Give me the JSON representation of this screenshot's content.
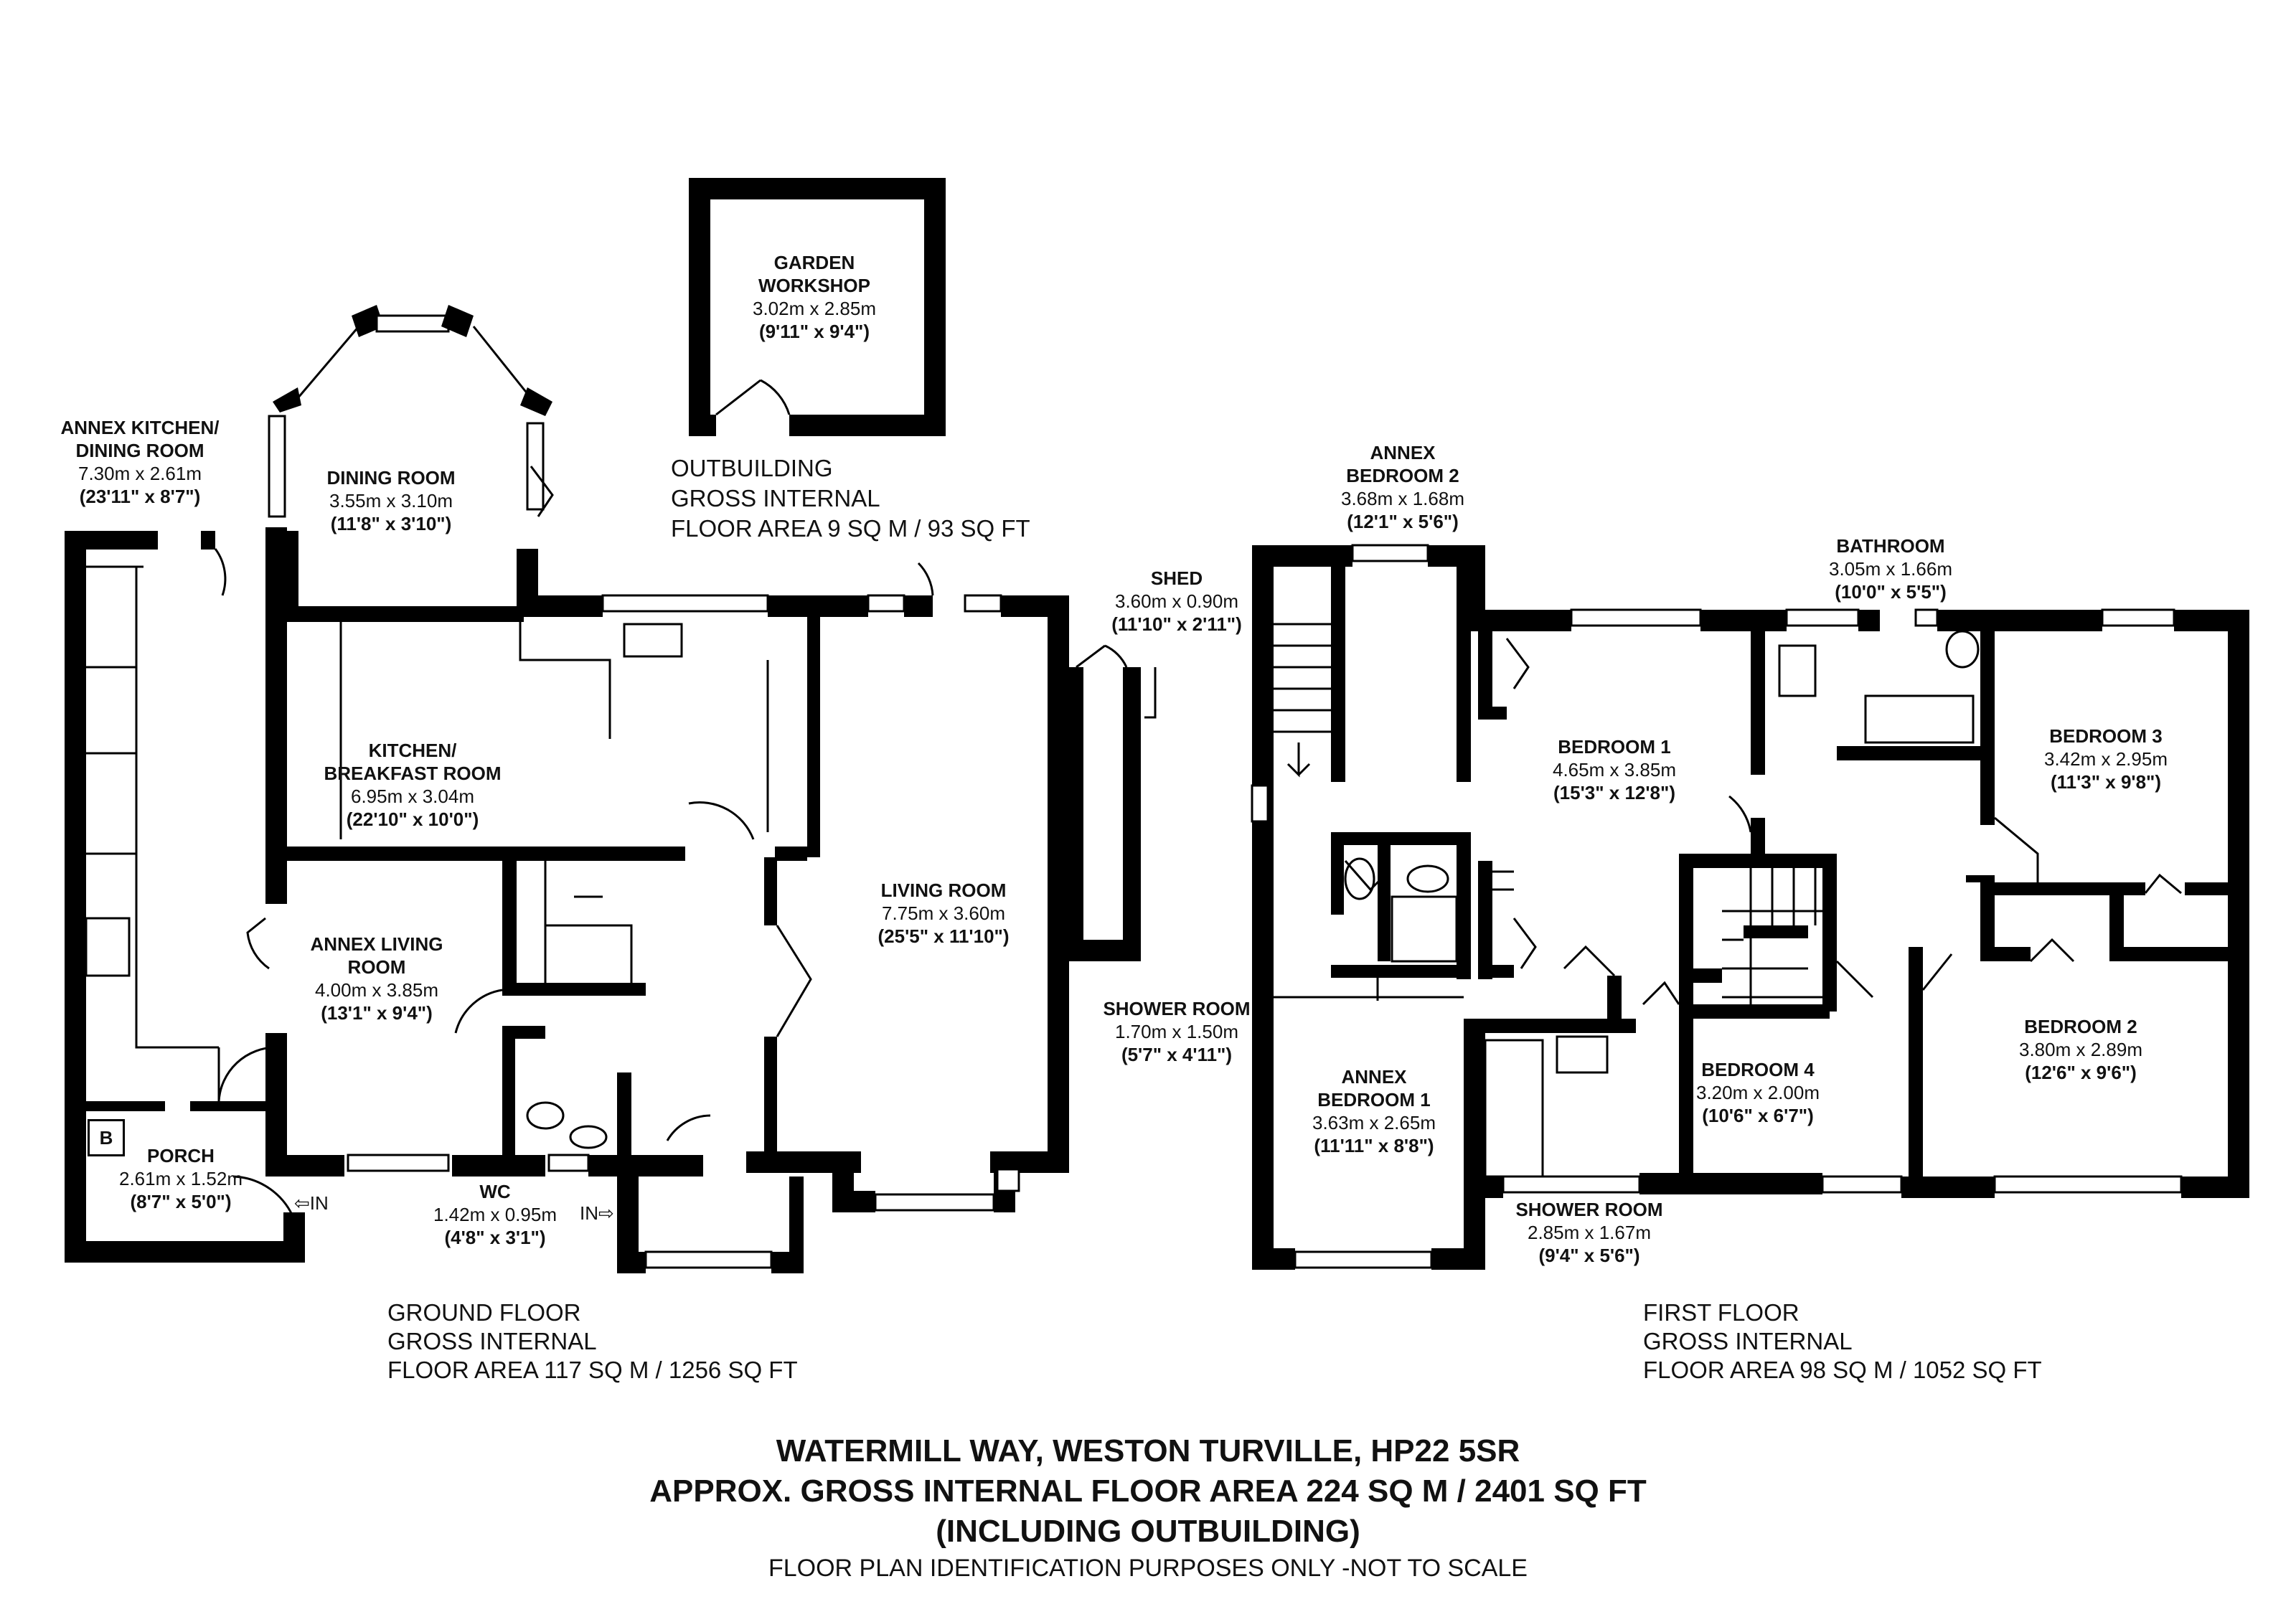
{
  "rooms": [
    {
      "id": "garden-workshop",
      "name": [
        "GARDEN",
        "WORKSHOP"
      ],
      "metric": "3.02m x 2.85m",
      "imperial": "(9'11\" x 9'4\")"
    },
    {
      "id": "annex-kitchen",
      "name": [
        "ANNEX KITCHEN/",
        "DINING ROOM"
      ],
      "metric": "7.30m x 2.61m",
      "imperial": "(23'11\" x 8'7\")"
    },
    {
      "id": "dining-room",
      "name": [
        "DINING ROOM"
      ],
      "metric": "3.55m x 3.10m",
      "imperial": "(11'8\" x 3'10\")"
    },
    {
      "id": "kitchen-breakfast",
      "name": [
        "KITCHEN/",
        "BREAKFAST ROOM"
      ],
      "metric": "6.95m x 3.04m",
      "imperial": "(22'10\" x 10'0\")"
    },
    {
      "id": "living-room",
      "name": [
        "LIVING ROOM"
      ],
      "metric": "7.75m x 3.60m",
      "imperial": "(25'5\" x 11'10\")"
    },
    {
      "id": "annex-living",
      "name": [
        "ANNEX LIVING",
        "ROOM"
      ],
      "metric": "4.00m x 3.85m",
      "imperial": "(13'1\" x 9'4\")"
    },
    {
      "id": "porch",
      "name": [
        "PORCH"
      ],
      "metric": "2.61m x 1.52m",
      "imperial": "(8'7\" x 5'0\")"
    },
    {
      "id": "wc",
      "name": [
        "WC"
      ],
      "metric": "1.42m x 0.95m",
      "imperial": "(4'8\" x 3'1\")"
    },
    {
      "id": "shed",
      "name": [
        "SHED"
      ],
      "metric": "3.60m x 0.90m",
      "imperial": "(11'10\" x 2'11\")"
    },
    {
      "id": "shower-room-gf",
      "name": [
        "SHOWER ROOM"
      ],
      "metric": "1.70m x 1.50m",
      "imperial": "(5'7\" x 4'11\")"
    },
    {
      "id": "annex-bedroom-2",
      "name": [
        "ANNEX",
        "BEDROOM 2"
      ],
      "metric": "3.68m x 1.68m",
      "imperial": "(12'1\" x 5'6\")"
    },
    {
      "id": "bathroom",
      "name": [
        "BATHROOM"
      ],
      "metric": "3.05m x 1.66m",
      "imperial": "(10'0\" x 5'5\")"
    },
    {
      "id": "bedroom-1",
      "name": [
        "BEDROOM 1"
      ],
      "metric": "4.65m x 3.85m",
      "imperial": "(15'3\" x 12'8\")"
    },
    {
      "id": "bedroom-3",
      "name": [
        "BEDROOM 3"
      ],
      "metric": "3.42m x 2.95m",
      "imperial": "(11'3\" x 9'8\")"
    },
    {
      "id": "annex-bedroom-1",
      "name": [
        "ANNEX",
        "BEDROOM 1"
      ],
      "metric": "3.63m x 2.65m",
      "imperial": "(11'11\" x 8'8\")"
    },
    {
      "id": "bedroom-4",
      "name": [
        "BEDROOM 4"
      ],
      "metric": "3.20m x 2.00m",
      "imperial": "(10'6\" x 6'7\")"
    },
    {
      "id": "bedroom-2",
      "name": [
        "BEDROOM 2"
      ],
      "metric": "3.80m x 2.89m",
      "imperial": "(12'6\" x 9'6\")"
    },
    {
      "id": "shower-room-ff",
      "name": [
        "SHOWER ROOM"
      ],
      "metric": "2.85m x 1.67m",
      "imperial": "(9'4\" x 5'6\")"
    }
  ],
  "markers": {
    "boiler": "B",
    "entry": "IN"
  },
  "floors": {
    "outbuilding": [
      "OUTBUILDING",
      "GROSS INTERNAL",
      "FLOOR AREA 9 SQ M / 93 SQ FT"
    ],
    "ground": [
      "GROUND FLOOR",
      "GROSS INTERNAL",
      "FLOOR AREA 117 SQ M / 1256 SQ FT"
    ],
    "first": [
      "FIRST FLOOR",
      "GROSS INTERNAL",
      "FLOOR AREA 98 SQ M / 1052 SQ FT"
    ]
  },
  "footer": {
    "title": [
      "WATERMILL WAY, WESTON TURVILLE, HP22 5SR",
      "APPROX. GROSS INTERNAL FLOOR AREA 224 SQ M / 2401 SQ FT",
      "(INCLUDING OUTBUILDING)"
    ],
    "disclaimer": "FLOOR PLAN IDENTIFICATION PURPOSES ONLY -NOT TO SCALE"
  }
}
